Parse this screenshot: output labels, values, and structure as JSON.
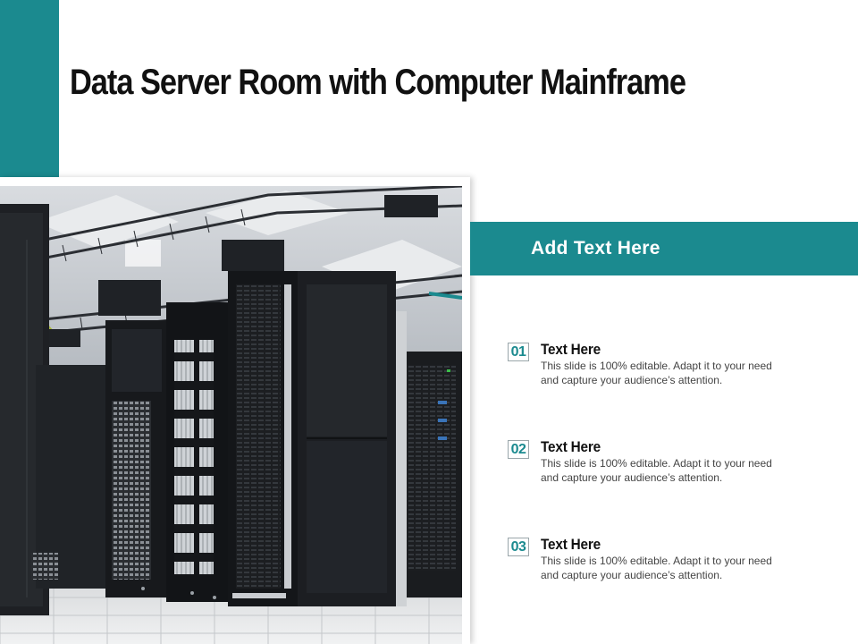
{
  "slide": {
    "title": "Data Server Room with Computer Mainframe",
    "banner": "Add Text Here"
  },
  "colors": {
    "accent": "#1b8a8f",
    "title_text": "#111111",
    "body_text": "#444444"
  },
  "items": [
    {
      "number": "01",
      "title": "Text Here",
      "description": "This slide is 100% editable. Adapt it to your need and capture your audience’s attention."
    },
    {
      "number": "02",
      "title": "Text Here",
      "description": "This slide is 100% editable. Adapt it to your need and capture your audience’s attention."
    },
    {
      "number": "03",
      "title": "Text Here",
      "description": "This slide is 100% editable. Adapt it to your need and capture your audience’s attention."
    }
  ]
}
